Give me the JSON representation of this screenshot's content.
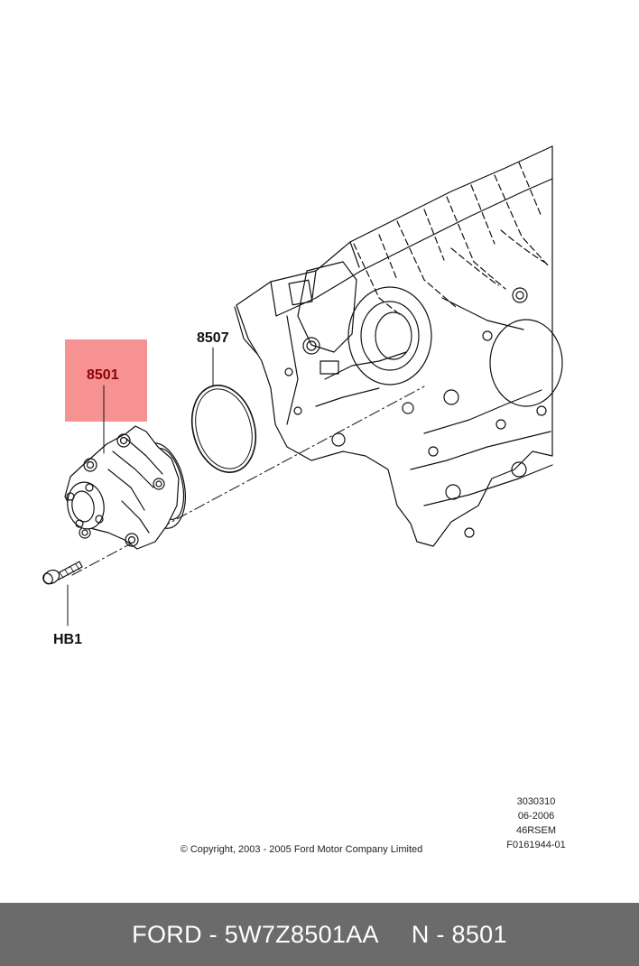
{
  "callouts": {
    "water_pump": "8501",
    "gasket": "8507",
    "bolt": "HB1"
  },
  "meta_lines": [
    "3030310",
    "06-2006",
    "46RSEM",
    "F0161944-01"
  ],
  "copyright": "© Copyright, 2003 - 2005 Ford Motor Company Limited",
  "footer": {
    "part_number": "FORD - 5W7Z8501AA",
    "reference": "N - 8501"
  },
  "colors": {
    "highlight": "#f58c8c",
    "highlight_label": "#8b0000",
    "footer_bg": "#6b6b6b"
  }
}
